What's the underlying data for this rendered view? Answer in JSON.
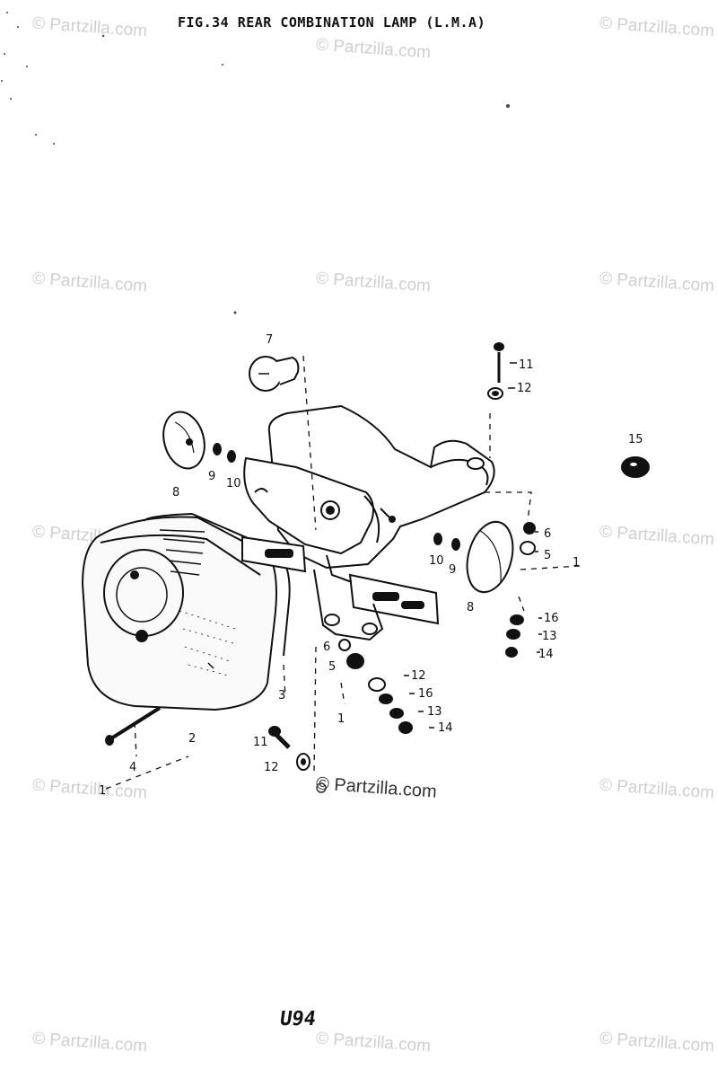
{
  "title": "FIG.34 REAR COMBINATION LAMP (L.M.A)",
  "page_number": "U94",
  "watermark": "© Partzilla.com",
  "callouts": [
    {
      "n": "7"
    },
    {
      "n": "11"
    },
    {
      "n": "12"
    },
    {
      "n": "15"
    },
    {
      "n": "8"
    },
    {
      "n": "9"
    },
    {
      "n": "10"
    },
    {
      "n": "6"
    },
    {
      "n": "5"
    },
    {
      "n": "1"
    },
    {
      "n": "10"
    },
    {
      "n": "9"
    },
    {
      "n": "8"
    },
    {
      "n": "16"
    },
    {
      "n": "13"
    },
    {
      "n": "14"
    },
    {
      "n": "6"
    },
    {
      "n": "5"
    },
    {
      "n": "12"
    },
    {
      "n": "16"
    },
    {
      "n": "13"
    },
    {
      "n": "14"
    },
    {
      "n": "3"
    },
    {
      "n": "1"
    },
    {
      "n": "2"
    },
    {
      "n": "4"
    },
    {
      "n": "11"
    },
    {
      "n": "12"
    },
    {
      "n": "1"
    }
  ]
}
